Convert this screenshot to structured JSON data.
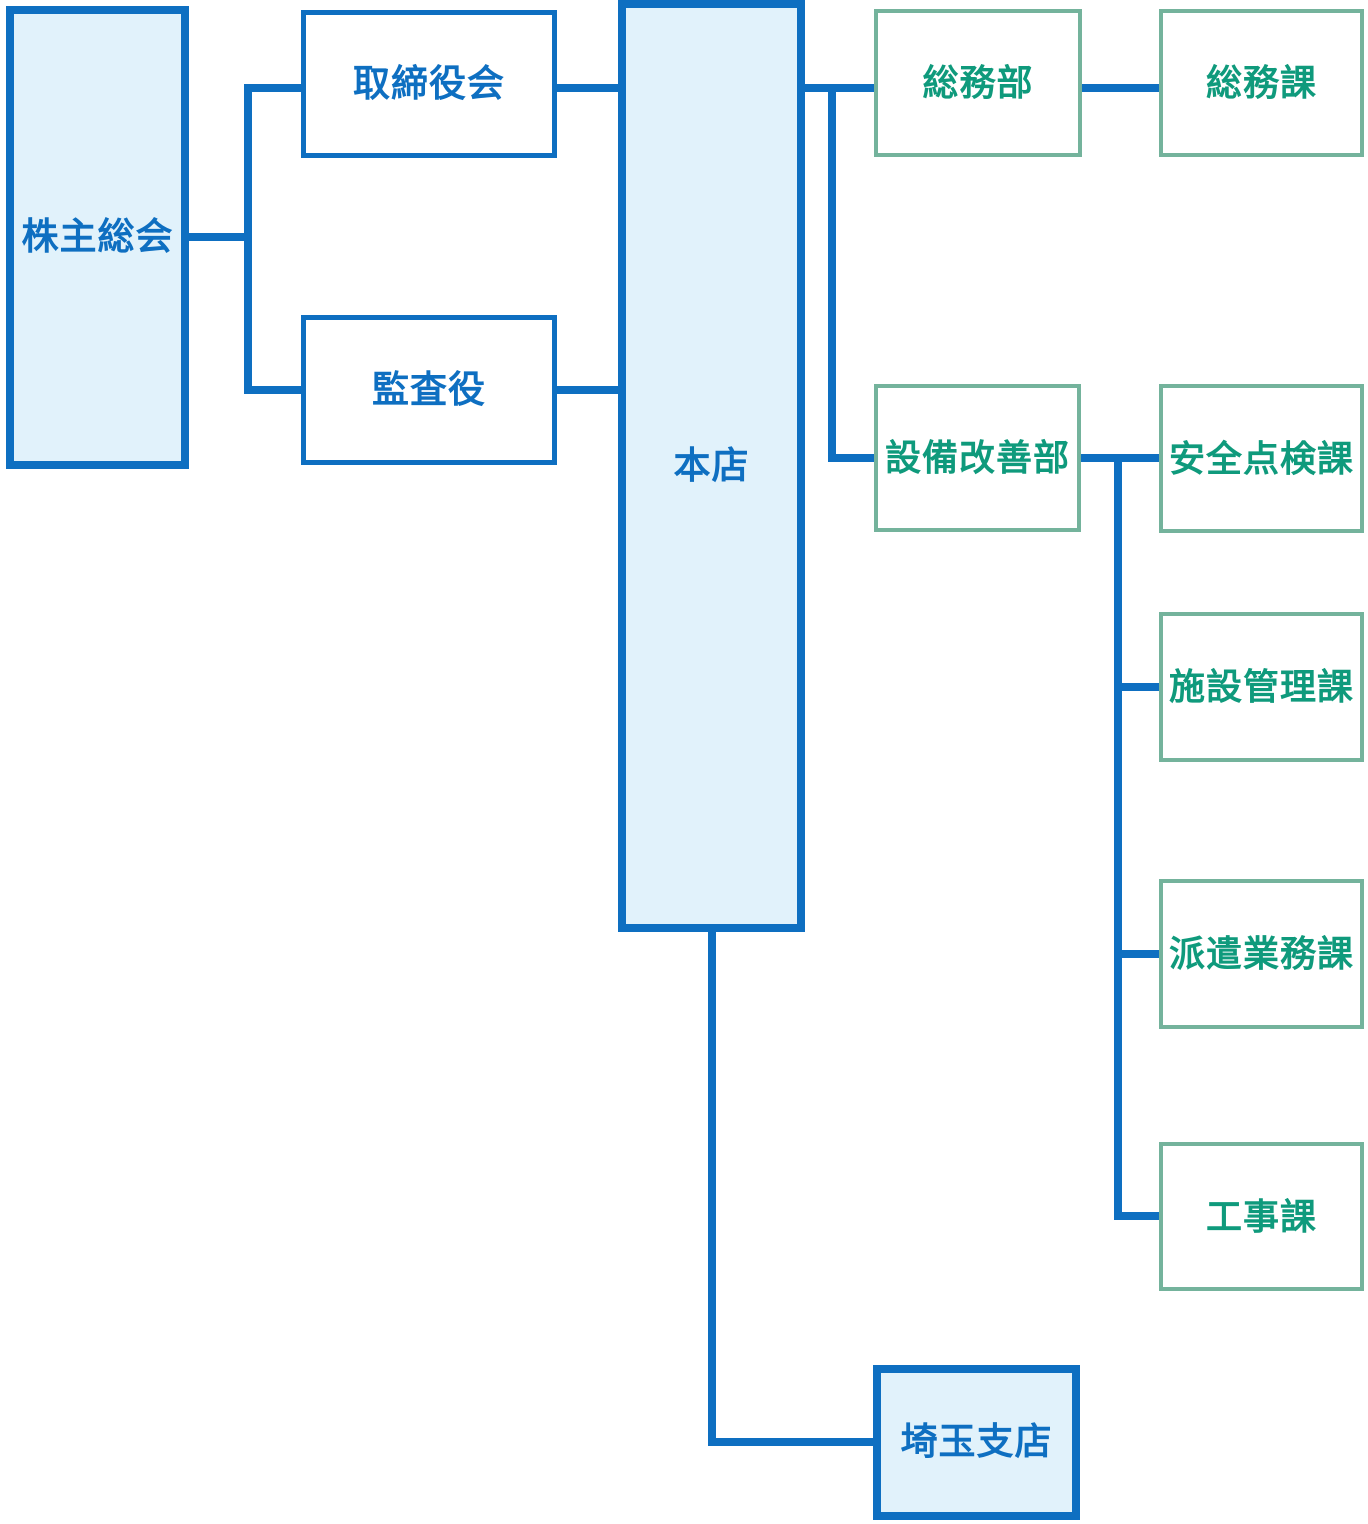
{
  "org_chart": {
    "title": "organization-chart",
    "colors": {
      "primary_blue": "#0e6fc1",
      "light_blue_fill": "#e1f2fb",
      "green_border": "#74b39c",
      "green_text": "#0f9a7c",
      "box_white_fill": "#ffffff",
      "background": "#ffffff"
    },
    "nodes": {
      "shareholders_meeting": {
        "label": "株主総会"
      },
      "board_of_directors": {
        "label": "取締役会"
      },
      "auditor": {
        "label": "監査役"
      },
      "head_office": {
        "label": "本店"
      },
      "general_affairs_dept": {
        "label": "総務部"
      },
      "general_affairs_section": {
        "label": "総務課"
      },
      "facility_improvement_dept": {
        "label": "設備改善部"
      },
      "safety_inspection_section": {
        "label": "安全点検課"
      },
      "facility_management_section": {
        "label": "施設管理課"
      },
      "dispatch_operations_section": {
        "label": "派遣業務課"
      },
      "construction_section": {
        "label": "工事課"
      },
      "saitama_branch": {
        "label": "埼玉支店"
      }
    },
    "edges": [
      "株主総会 - 取締役会",
      "株主総会 - 監査役",
      "取締役会 - 本店",
      "監査役 - 本店",
      "本店 - 総務部",
      "総務部 - 総務課",
      "本店 - 設備改善部",
      "設備改善部 - 安全点検課",
      "設備改善部 - 施設管理課",
      "設備改善部 - 派遣業務課",
      "設備改善部 - 工事課",
      "本店 - 埼玉支店"
    ]
  }
}
